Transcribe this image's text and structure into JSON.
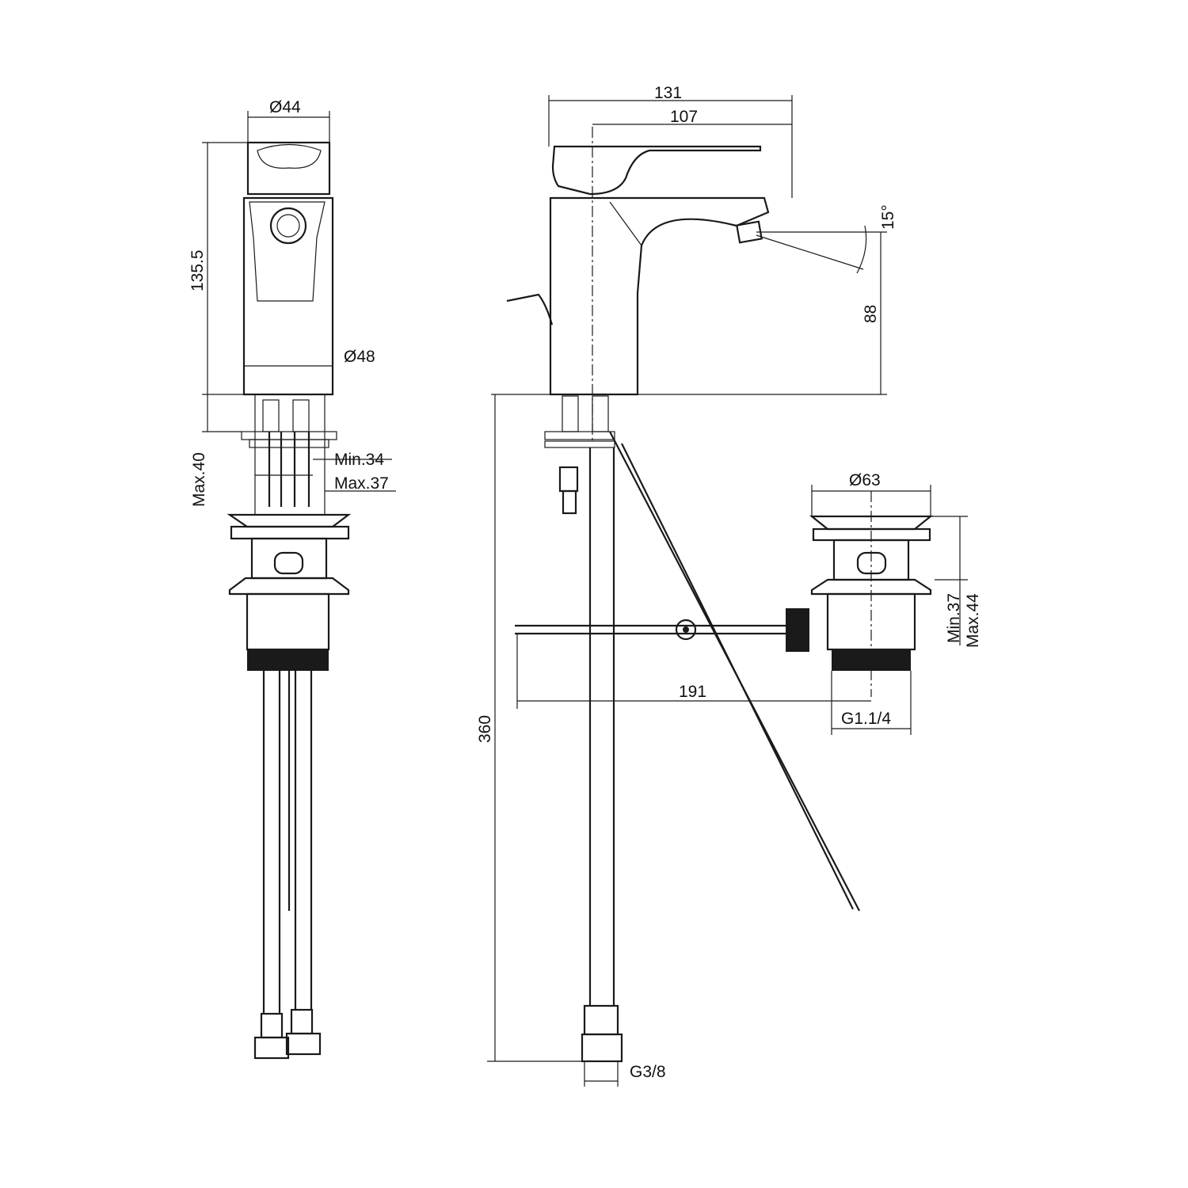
{
  "dimensions": {
    "front_top_diameter": "Ø44",
    "front_height": "135.5",
    "front_body_diameter": "Ø48",
    "max_deck_thickness": "Max.40",
    "min_34": "Min.34",
    "max_37": "Max.37",
    "overall_depth": "131",
    "spout_reach": "107",
    "spray_angle": "15°",
    "spout_height": "88",
    "waste_diameter": "Ø63",
    "waste_min": "Min.37",
    "waste_max": "Max.44",
    "rod_length": "191",
    "waste_thread": "G1.1/4",
    "total_height": "360",
    "hose_thread": "G3/8"
  }
}
